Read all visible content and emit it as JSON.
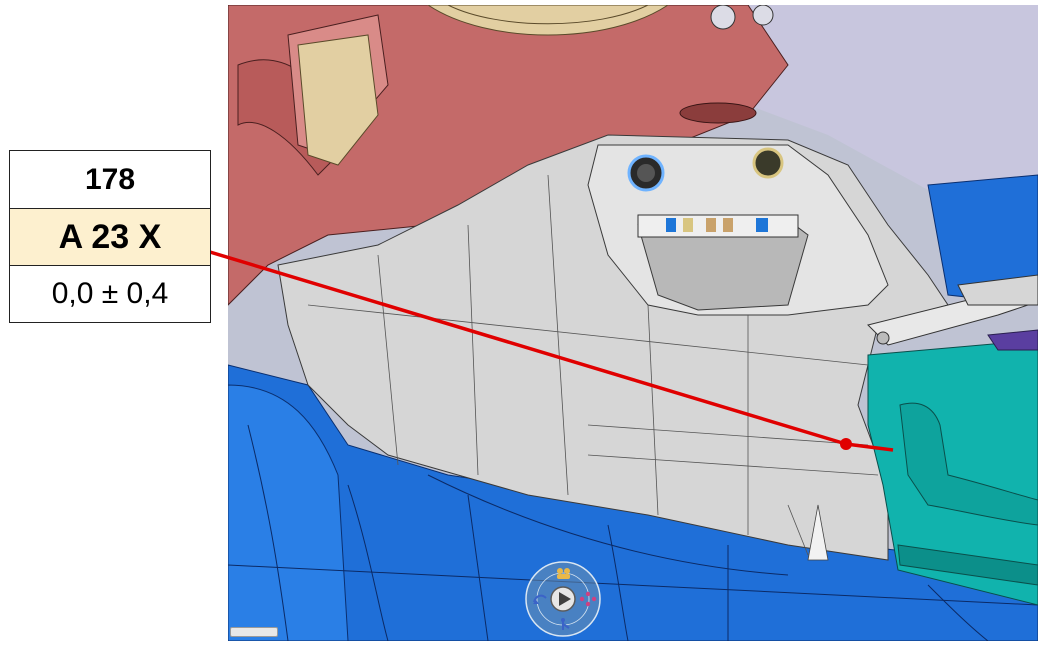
{
  "callout": {
    "id_label": "178",
    "feature_label": "A 23 X",
    "tolerance_label": "0,0 ± 0,4",
    "feature_bg": "#fdf0cf"
  },
  "colors": {
    "floor": "#1f6fd8",
    "dash": "#c9706f",
    "console": "#d8d8d8",
    "panel": "#11b3ad",
    "leader": "#e00000"
  },
  "hud": {
    "icons": [
      "people-icon",
      "play-icon",
      "network-icon",
      "rotate-icon",
      "branch-icon"
    ]
  }
}
